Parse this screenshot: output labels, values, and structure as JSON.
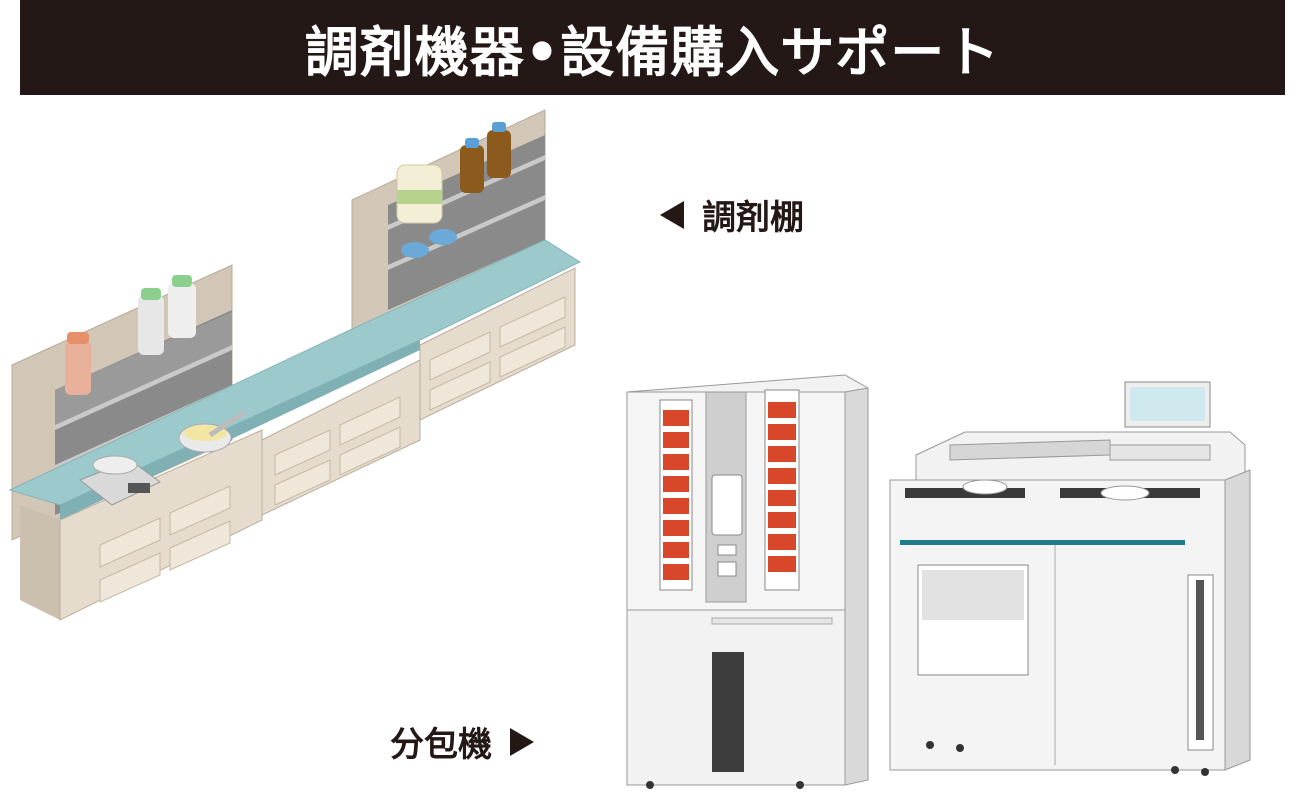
{
  "banner": {
    "title": "調剤機器•設備購入サポート"
  },
  "labels": {
    "dispensing_shelf": "調剤棚",
    "packaging_machine": "分包機"
  },
  "icons": {
    "shelf_pointer": "triangle-left-icon",
    "packer_pointer": "triangle-right-icon"
  },
  "colors": {
    "banner_bg": "#231815",
    "banner_text": "#ffffff",
    "counter_top": "#9cc9cc",
    "cabinet": "#e6dccd",
    "shelf_back": "#cfc3b4",
    "accent_teal": "#1f7c8c",
    "cassette_red": "#d9472b"
  }
}
